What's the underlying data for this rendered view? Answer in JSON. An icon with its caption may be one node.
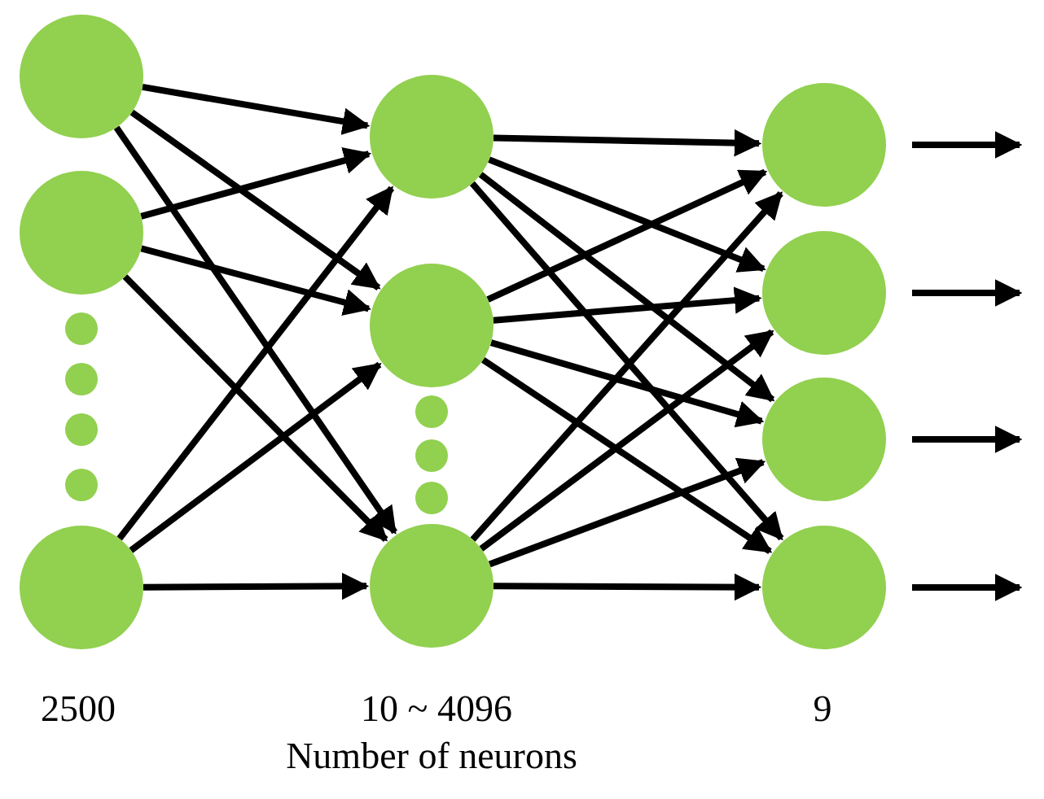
{
  "diagram": {
    "nodes": [
      {
        "text": [],
        "shape": "circle"
      },
      {
        "text": [],
        "shape": "circle"
      },
      {
        "text": [],
        "shape": "circle"
      },
      {
        "text": [],
        "shape": "circle"
      },
      {
        "text": [],
        "shape": "circle"
      },
      {
        "text": [],
        "shape": "circle"
      },
      {
        "text": [],
        "shape": "circle"
      },
      {
        "text": [],
        "shape": "circle"
      },
      {
        "text": [],
        "shape": "circle"
      },
      {
        "text": [],
        "shape": "circle"
      },
      {
        "text": [],
        "shape": "circle"
      },
      {
        "text": [],
        "shape": "circle"
      },
      {
        "text": [],
        "shape": "circle"
      },
      {
        "text": [],
        "shape": "circle"
      },
      {
        "text": [],
        "shape": "circle"
      },
      {
        "text": [],
        "shape": "circle"
      },
      {
        "text": [],
        "shape": "circle"
      }
    ],
    "edges": [
      {
        "from": 0,
        "to": 7,
        "arrow": "to"
      },
      {
        "from": 0,
        "to": 8,
        "arrow": "to"
      },
      {
        "from": 0,
        "to": 12,
        "arrow": "to"
      },
      {
        "from": 1,
        "to": 7,
        "arrow": "to"
      },
      {
        "from": 1,
        "to": 8,
        "arrow": "to"
      },
      {
        "from": 1,
        "to": 12,
        "arrow": "to"
      },
      {
        "from": 6,
        "to": 7,
        "arrow": "to"
      },
      {
        "from": 6,
        "to": 8,
        "arrow": "to"
      },
      {
        "from": 6,
        "to": 12,
        "arrow": "to"
      },
      {
        "from": 7,
        "to": 13,
        "arrow": "to"
      },
      {
        "from": 7,
        "to": 14,
        "arrow": "to"
      },
      {
        "from": 7,
        "to": 15,
        "arrow": "to"
      },
      {
        "from": 7,
        "to": 16,
        "arrow": "to"
      },
      {
        "from": 8,
        "to": 13,
        "arrow": "to"
      },
      {
        "from": 8,
        "to": 14,
        "arrow": "to"
      },
      {
        "from": 8,
        "to": 15,
        "arrow": "to"
      },
      {
        "from": 8,
        "to": 16,
        "arrow": "to"
      },
      {
        "from": 12,
        "to": 13,
        "arrow": "to"
      },
      {
        "from": 12,
        "to": 14,
        "arrow": "to"
      },
      {
        "from": 12,
        "to": 15,
        "arrow": "to"
      },
      {
        "from": 12,
        "to": 16,
        "arrow": "to"
      },
      {
        "from": 13,
        "to": null,
        "arrow": "to"
      },
      {
        "from": 14,
        "to": null,
        "arrow": "to"
      },
      {
        "from": 15,
        "to": null,
        "arrow": "to"
      },
      {
        "from": 16,
        "to": null,
        "arrow": "to"
      }
    ],
    "labels": [
      "2500",
      "10 ~ 4096",
      "9",
      "Number of neurons"
    ]
  }
}
